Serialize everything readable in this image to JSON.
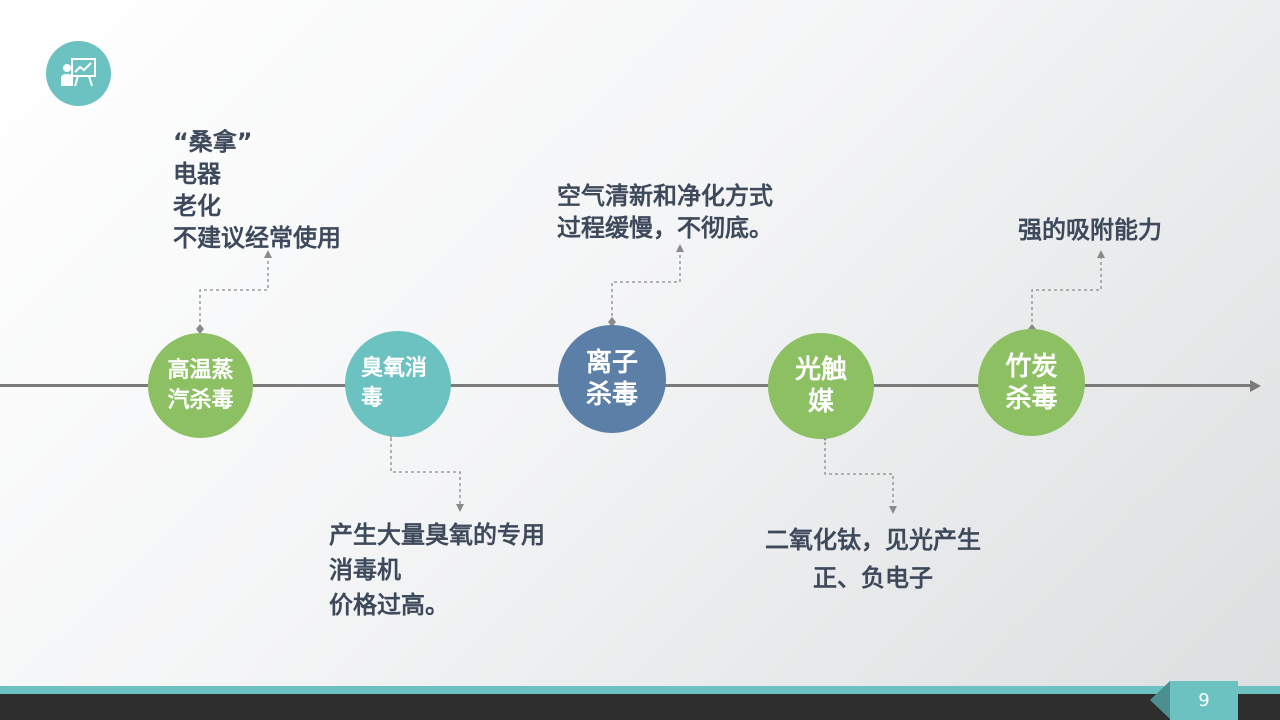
{
  "nodes": [
    {
      "id": "high-temp-steam",
      "label": "高温蒸\n汽杀毒",
      "color": "#8cc063"
    },
    {
      "id": "ozone",
      "label": "臭氧消\n毒",
      "color": "#6cc2c1"
    },
    {
      "id": "ion",
      "label": "离子\n杀毒",
      "color": "#5c7fa8"
    },
    {
      "id": "photocatalyst",
      "label": "光触\n媒",
      "color": "#8cc063"
    },
    {
      "id": "bamboo-charcoal",
      "label": "竹炭\n杀毒",
      "color": "#8cc063"
    }
  ],
  "notes": {
    "steam": "“桑拿”\n电器\n老化\n不建议经常使用",
    "ozone": "产生大量臭氧的专用\n消毒机\n价格过高。",
    "ion": "空气清新和净化方式\n过程缓慢，不彻底。",
    "photocatalyst": "二氧化钛，见光产生\n正、负电子",
    "bamboo": "强的吸附能力"
  },
  "icons": {
    "logo": "presentation-chart-icon"
  },
  "footer": {
    "page_number": "9"
  },
  "colors": {
    "accent_teal": "#6cc2c1",
    "green": "#8cc063",
    "blue": "#5c7fa8",
    "text": "#3e4a5c"
  }
}
